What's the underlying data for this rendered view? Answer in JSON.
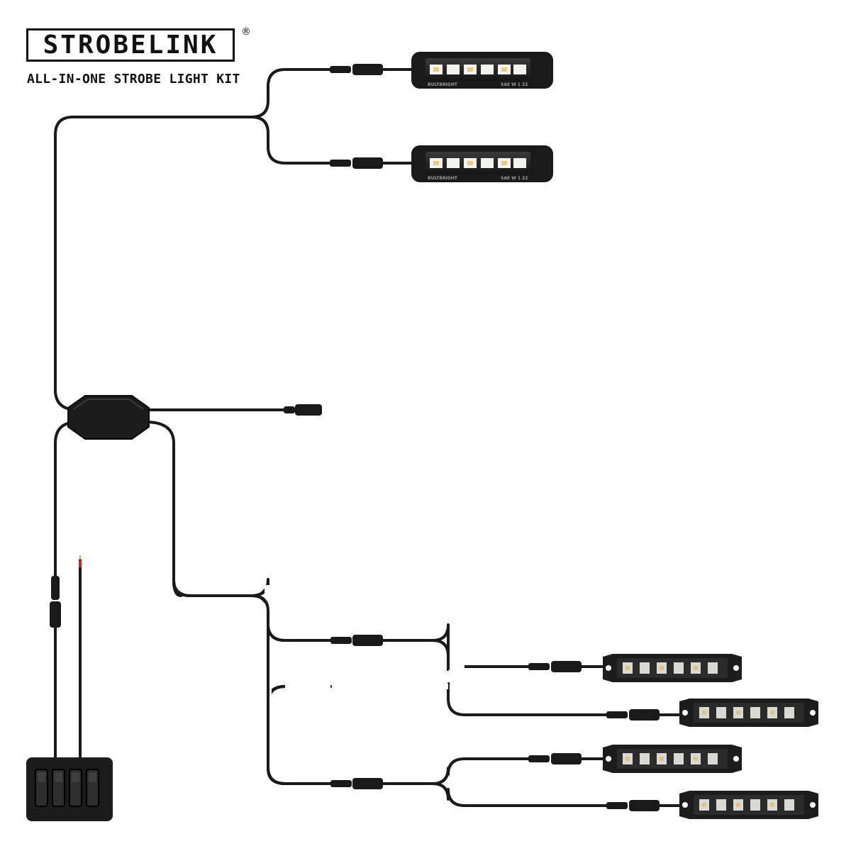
{
  "brand": {
    "name": "STROBELINK",
    "registered_mark": "®",
    "tagline": "ALL-IN-ONE STROBE LIGHT KIT"
  },
  "lamp_labels": {
    "maker": "BULTBRIGHT",
    "rating": "SAE W 1 22"
  },
  "colors": {
    "ink": "#111111",
    "cable": "#1a1a1a",
    "lens": "#2b2b2b",
    "led_white": "#f4f4f0",
    "led_amber": "#e8c98a",
    "power_lead": "#d42020"
  },
  "components": {
    "strobe_heads_large": 2,
    "strobe_bars_slim": 4,
    "control_module": 1,
    "switch_panel_buttons": 4,
    "power_leads": 2
  }
}
